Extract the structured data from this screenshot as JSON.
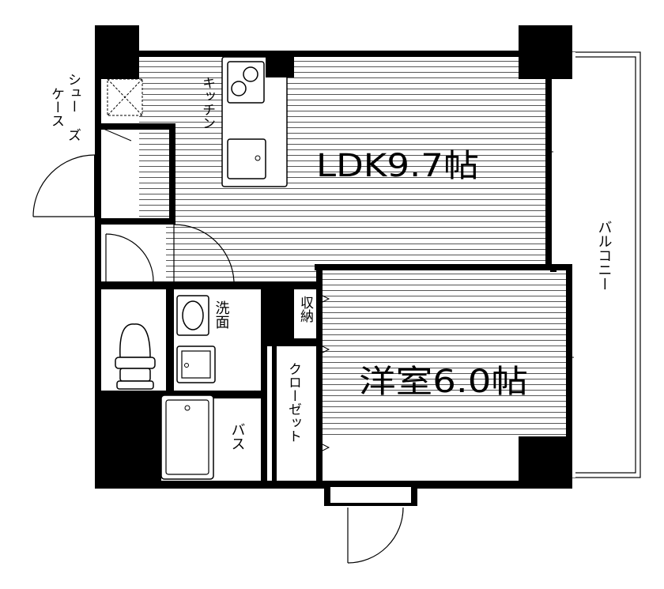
{
  "rooms": {
    "ldk": "LDK9.7帖",
    "western": "洋室6.0帖",
    "kitchen": "キッチン",
    "shoe_case": [
      "シュー",
      "ケース",
      "ズ"
    ],
    "washroom": "洗面",
    "storage": "収納",
    "bath": "バス",
    "closet": "クローゼット",
    "balcony": "バルコニー"
  },
  "colors": {
    "wall": "#000000",
    "floor_line": "#555555",
    "background": "#ffffff"
  }
}
